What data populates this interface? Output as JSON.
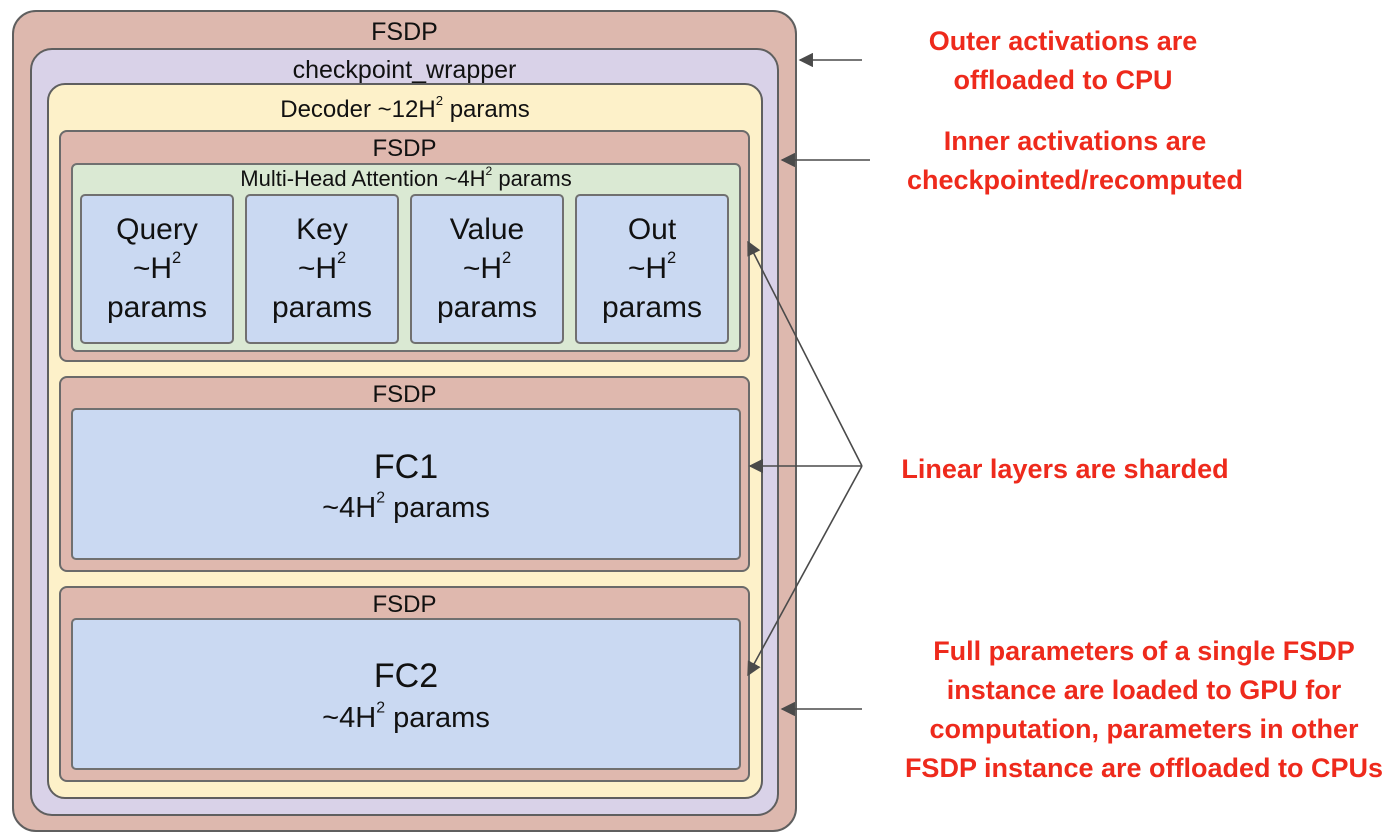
{
  "diagram": {
    "outer_label": "FSDP",
    "wrapper_label": "checkpoint_wrapper",
    "decoder": {
      "prefix": "Decoder ~12H",
      "sup": "2",
      "suffix": " params"
    },
    "attention_block": {
      "fsdp_label": "FSDP",
      "mha": {
        "prefix": "Multi-Head Attention ~4H",
        "sup": "2",
        "suffix": " params"
      },
      "params": [
        {
          "name": "Query",
          "size_prefix": "~H",
          "sup": "2",
          "unit": "params"
        },
        {
          "name": "Key",
          "size_prefix": "~H",
          "sup": "2",
          "unit": "params"
        },
        {
          "name": "Value",
          "size_prefix": "~H",
          "sup": "2",
          "unit": "params"
        },
        {
          "name": "Out",
          "size_prefix": "~H",
          "sup": "2",
          "unit": "params"
        }
      ]
    },
    "fc1": {
      "fsdp_label": "FSDP",
      "name": "FC1",
      "size_prefix": "~4H",
      "sup": "2",
      "suffix": " params"
    },
    "fc2": {
      "fsdp_label": "FSDP",
      "name": "FC2",
      "size_prefix": "~4H",
      "sup": "2",
      "suffix": " params"
    }
  },
  "annotations": {
    "outer": [
      "Outer activations are",
      "offloaded to CPU"
    ],
    "inner": [
      "Inner  activations are",
      "checkpointed/recomputed"
    ],
    "linear": [
      "Linear layers are sharded"
    ],
    "full": [
      "Full parameters of a single FSDP",
      "instance are loaded to GPU for",
      "computation, parameters in other",
      "FSDP instance are offloaded to CPUs"
    ]
  },
  "colors": {
    "fsdp": "#ddb8ae",
    "checkpoint_wrapper": "#d9d2e8",
    "decoder": "#fdf1c9",
    "attention": "#dae9d3",
    "param_box": "#cad9f2",
    "annotation_text": "#ee2a1c"
  }
}
